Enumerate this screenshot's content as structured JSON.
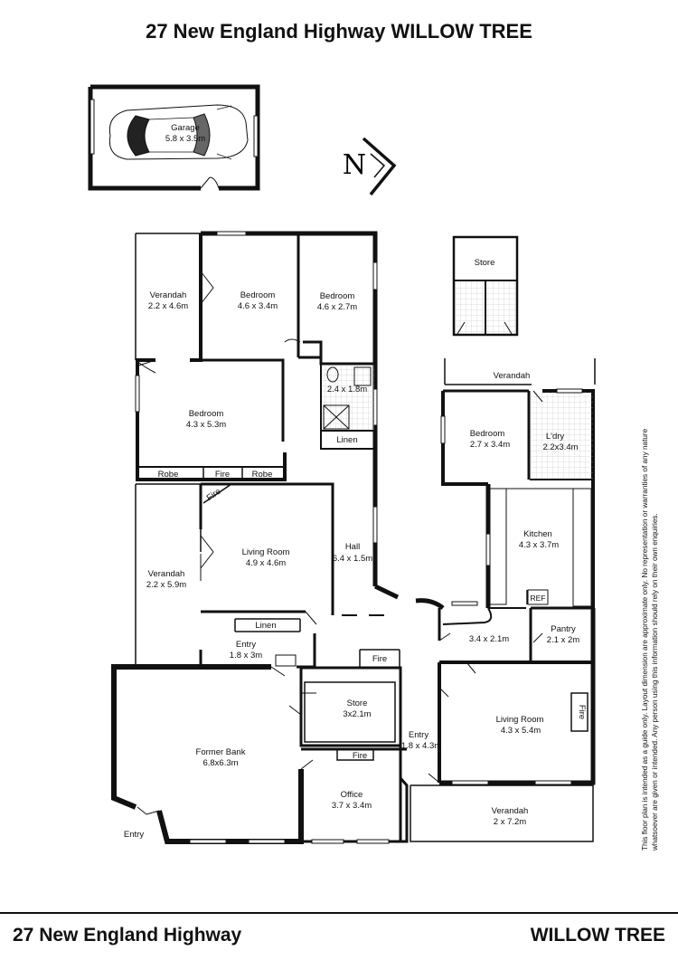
{
  "title": "27 New England Highway WILLOW TREE",
  "compass_letter": "N",
  "disclaimer": "This floor plan is intended as a guide only. Layout dimension are approximate only. No representation or warranties of any nature whatsoever are given or intended. Any person using this information should rely on their own enquiries.",
  "footer": {
    "left": "27 New England Highway",
    "right": "WILLOW TREE"
  },
  "rooms": {
    "garage": {
      "name": "Garage",
      "size": "5.8 x 3.5m"
    },
    "store_top": {
      "name": "Store"
    },
    "verandah_nw": {
      "name": "Verandah",
      "size": "2.2 x 4.6m"
    },
    "bedroom1": {
      "name": "Bedroom",
      "size": "4.6 x 3.4m"
    },
    "bedroom2": {
      "name": "Bedroom",
      "size": "4.6 x 2.7m"
    },
    "bath": {
      "size": "2.4 x 1.8m"
    },
    "linen1": {
      "name": "Linen"
    },
    "bedroom3": {
      "name": "Bedroom",
      "size": "4.3 x 5.3m"
    },
    "robe1": {
      "name": "Robe"
    },
    "fire1": {
      "name": "Fire"
    },
    "robe2": {
      "name": "Robe"
    },
    "fire_living": {
      "name": "Fire"
    },
    "living1": {
      "name": "Living Room",
      "size": "4.9 x 4.6m"
    },
    "hall": {
      "name": "Hall",
      "size": "6.4 x 1.5m"
    },
    "verandah_w": {
      "name": "Verandah",
      "size": "2.2 x 5.9m"
    },
    "linen2": {
      "name": "Linen"
    },
    "entry1": {
      "name": "Entry",
      "size": "1.8 x 3m"
    },
    "fire_hall": {
      "name": "Fire"
    },
    "store_mid": {
      "name": "Store",
      "size": "3x2.1m"
    },
    "former_bank": {
      "name": "Former Bank",
      "size": "6.8x6.3m"
    },
    "entry2": {
      "name": "Entry",
      "size": "1.8 x 4.3m"
    },
    "fire_office": {
      "name": "Fire"
    },
    "office": {
      "name": "Office",
      "size": "3.7 x 3.4m"
    },
    "entry_label": {
      "name": "Entry"
    },
    "verandah_ne": {
      "name": "Verandah"
    },
    "bedroom4": {
      "name": "Bedroom",
      "size": "2.7 x 3.4m"
    },
    "laundry": {
      "name": "L'dry",
      "size": "2.2x3.4m"
    },
    "kitchen": {
      "name": "Kitchen",
      "size": "4.3 x 3.7m"
    },
    "ref": {
      "name": "REF"
    },
    "room_34": {
      "size": "3.4 x 2.1m"
    },
    "pantry": {
      "name": "Pantry",
      "size": "2.1 x 2m"
    },
    "living2": {
      "name": "Living Room",
      "size": "4.3 x 5.4m"
    },
    "fire_living2": {
      "name": "Fire"
    },
    "verandah_s": {
      "name": "Verandah",
      "size": "2 x 7.2m"
    }
  }
}
